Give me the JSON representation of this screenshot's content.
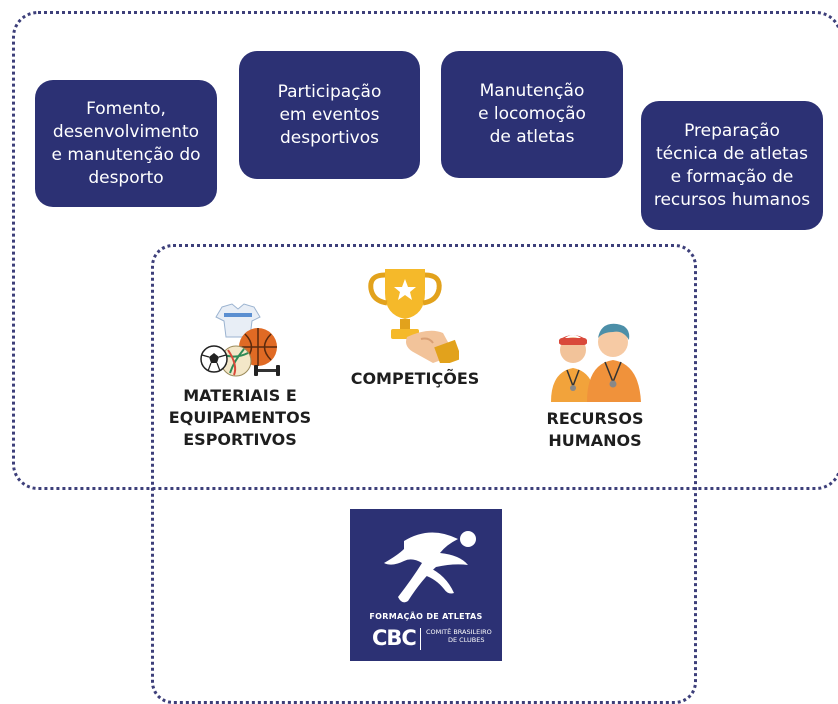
{
  "cards": [
    {
      "text": "Fomento,\ndesenvolvimento\ne manutenção do\ndesporto"
    },
    {
      "text": "Participação\nem eventos\ndesportivos"
    },
    {
      "text": "Manutenção\ne locomoção\nde atletas"
    },
    {
      "text": "Preparação\ntécnica de atletas\ne formação de\nrecursos humanos"
    }
  ],
  "categories": {
    "materiais": "MATERIAIS E\nEQUIPAMENTOS\nESPORTIVOS",
    "competicoes": "COMPETIÇÕES",
    "recursos": "RECURSOS\nHUMANOS"
  },
  "logo": {
    "caption": "FORMAÇÃO DE ATLETAS",
    "brand": "CBC",
    "org_line1": "COMITÊ BRASILEIRO",
    "org_line2": "DE CLUBES"
  },
  "colors": {
    "card_bg": "#2c3174",
    "dotted_border": "#3d3f7a",
    "trophy": "#f5b92a",
    "text_dark": "#1e1e1e"
  },
  "icons": [
    "sports-equipment-icon",
    "trophy-icon",
    "staff-people-icon",
    "runner-logo-icon"
  ]
}
